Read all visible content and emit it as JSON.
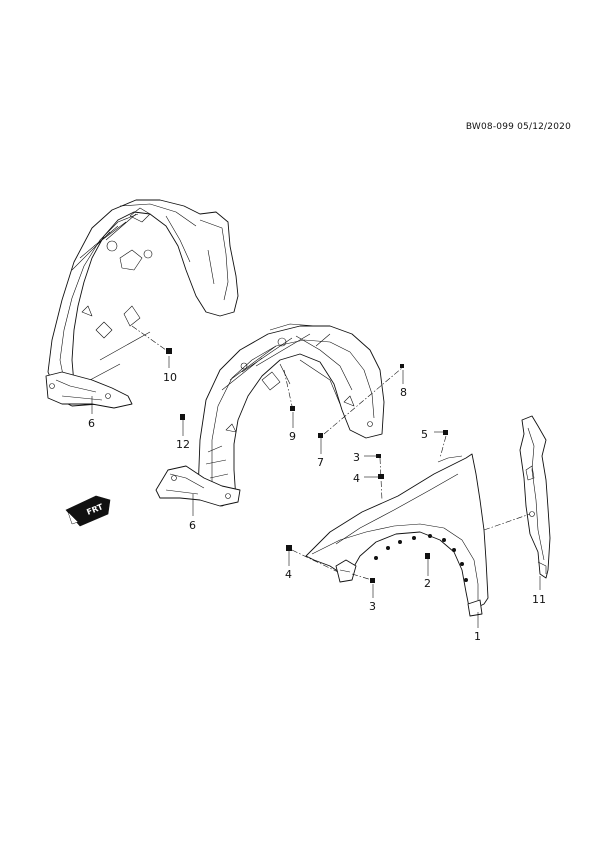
{
  "header": {
    "doc_code": "BW08-099  05/12/2020"
  },
  "callouts": {
    "c1": "1",
    "c2": "2",
    "c3a": "3",
    "c3b": "3",
    "c4a": "4",
    "c4b": "4",
    "c5": "5",
    "c6a": "6",
    "c6b": "6",
    "c7": "7",
    "c8": "8",
    "c9": "9",
    "c10": "10",
    "c11": "11",
    "c12": "12"
  },
  "orientation_arrow": {
    "label": "FRT"
  }
}
